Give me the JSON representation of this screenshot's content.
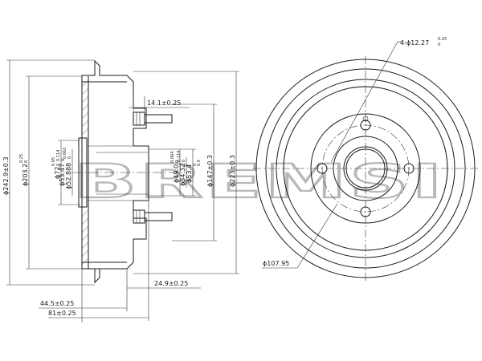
{
  "watermark": "BREMSI",
  "side_view": {
    "dims": {
      "d_outer": "ϕ242.9±0.3",
      "d_inner": "ϕ203.2",
      "d_inner_tol_up": "0.25",
      "d_inner_tol_dn": "0",
      "d_72": "ϕ72",
      "d_72_tol_up": "0.05",
      "d_72_tol_dn": "0",
      "d_5347": "ϕ53.47",
      "d_5347_tol_up": "0.114",
      "d_5347_tol_dn": "0",
      "d_52888": "ϕ52.888",
      "d_52888_tol_up": "0.062",
      "d_52888_tol_dn": "0",
      "d_49": "ϕ49.0",
      "d_49_tol_up": "0.064",
      "d_49_tol_dn": "0",
      "d_34": "ϕ34.32",
      "d_34_tol_up": "0.114",
      "d_34_tol_dn": "0",
      "d_53": "ϕ53.4",
      "d_53_tol_up": "0",
      "d_53_tol_dn": "0.5",
      "d_147": "ϕ147±0.3",
      "d_223": "ϕ223±0.3",
      "w_141": "14.1±0.25",
      "w_249": "24.9±0.25",
      "w_445": "44.5±0.25",
      "w_81": "81±0.25"
    }
  },
  "front_view": {
    "holes_label": "4-ϕ12.27",
    "holes_tol_up": "0.25",
    "holes_tol_dn": "0",
    "pcd_label": "ϕ107.95"
  }
}
